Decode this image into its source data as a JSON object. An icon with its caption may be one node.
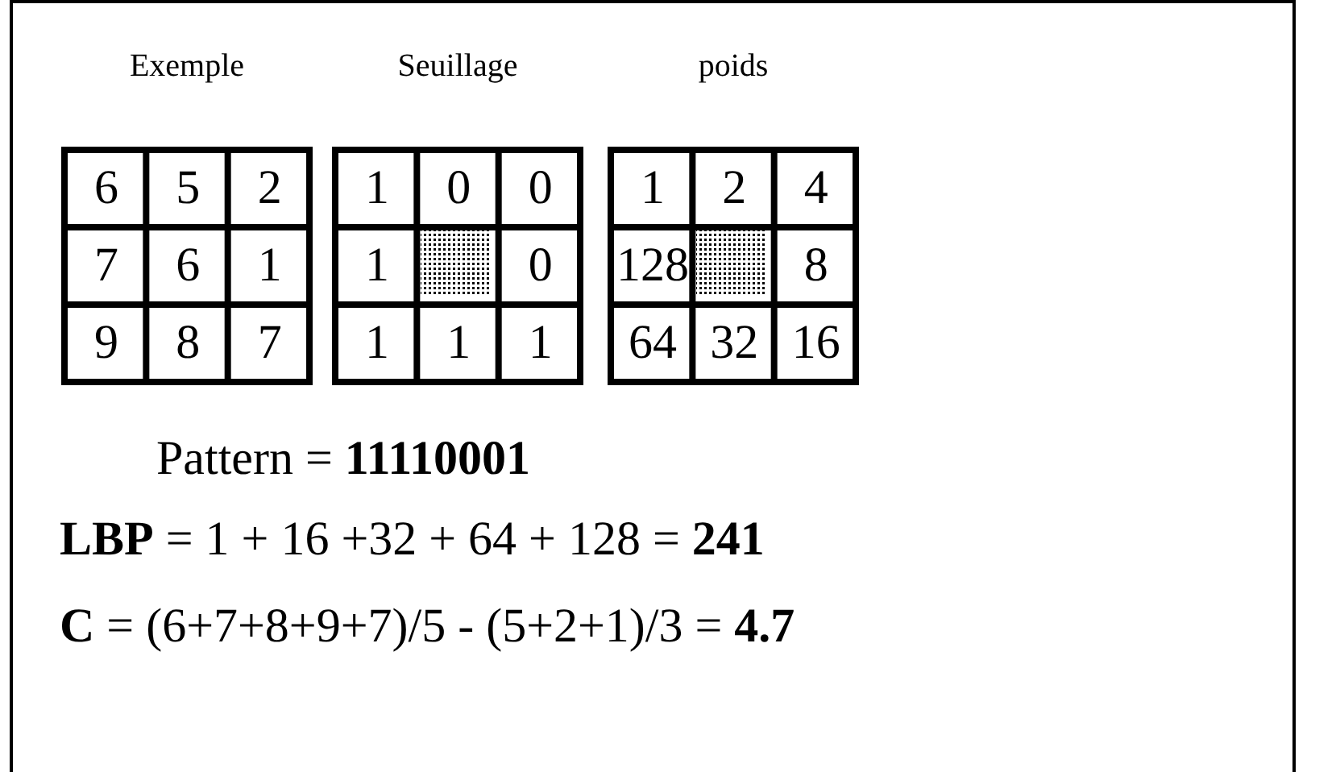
{
  "diagram": {
    "labels": [
      "Exemple",
      "Seuillage",
      "poids",
      "6",
      "5",
      "2",
      "7",
      "6",
      "1",
      "9",
      "8",
      "7",
      "1",
      "0",
      "0",
      "1",
      "0",
      "1",
      "1",
      "1",
      "1",
      "2",
      "4",
      "128",
      "8",
      "64",
      "32",
      "16",
      "Pattern =  **11110001**",
      "**LBP** = 1 + 16 +32 + 64 + 128 =    **241**",
      "**C** = (6+7+8+9+7)/5 - (5+2+1)/3 =     **4.7**"
    ]
  }
}
